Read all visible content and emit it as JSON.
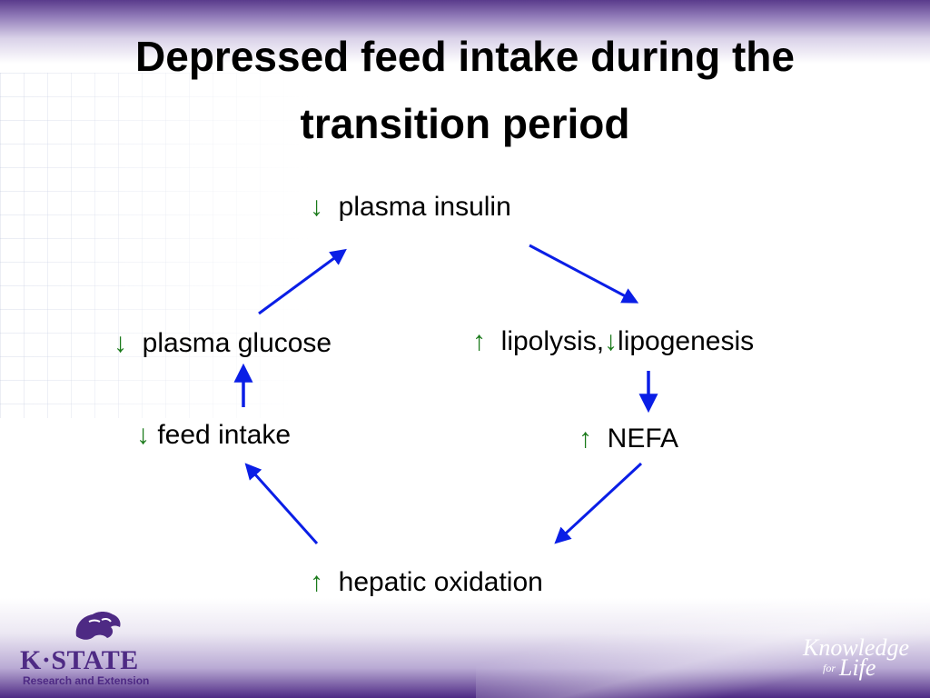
{
  "title": {
    "line1": "Depressed feed intake during the",
    "line2": "transition period"
  },
  "cycle": {
    "insulin": {
      "arrow": "↓",
      "label": "plasma insulin"
    },
    "lipolysis": {
      "arrow1": "↑",
      "label1": "lipolysis,",
      "arrow2": "↓",
      "label2": "lipogenesis"
    },
    "nefa": {
      "arrow": "↑",
      "label": "NEFA"
    },
    "hepatic": {
      "arrow": "↑",
      "label": "hepatic oxidation"
    },
    "feed": {
      "arrow": "↓",
      "label": "feed intake"
    },
    "glucose": {
      "arrow": "↓",
      "label": "plasma glucose"
    }
  },
  "logo": {
    "name": "K·STATE",
    "subtitle": "Research and Extension"
  },
  "tagline": {
    "part1": "Knowledge",
    "part2": "for",
    "part3": "Life"
  },
  "colors": {
    "flow_arrow": "#0a1ee6",
    "change_arrow": "#1a7a1a",
    "brand_purple": "#4e2a84"
  }
}
